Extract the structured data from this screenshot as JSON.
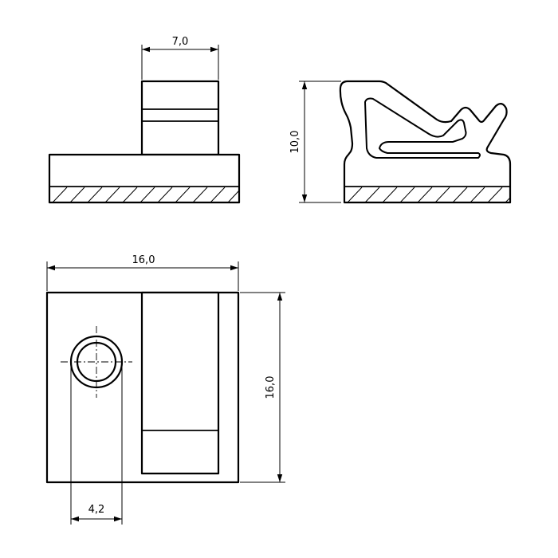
{
  "dimensions": {
    "top_width": "7,0",
    "side_height": "10,0",
    "plan_width": "16,0",
    "plan_height": "16,0",
    "hole_offset": "4,2"
  }
}
